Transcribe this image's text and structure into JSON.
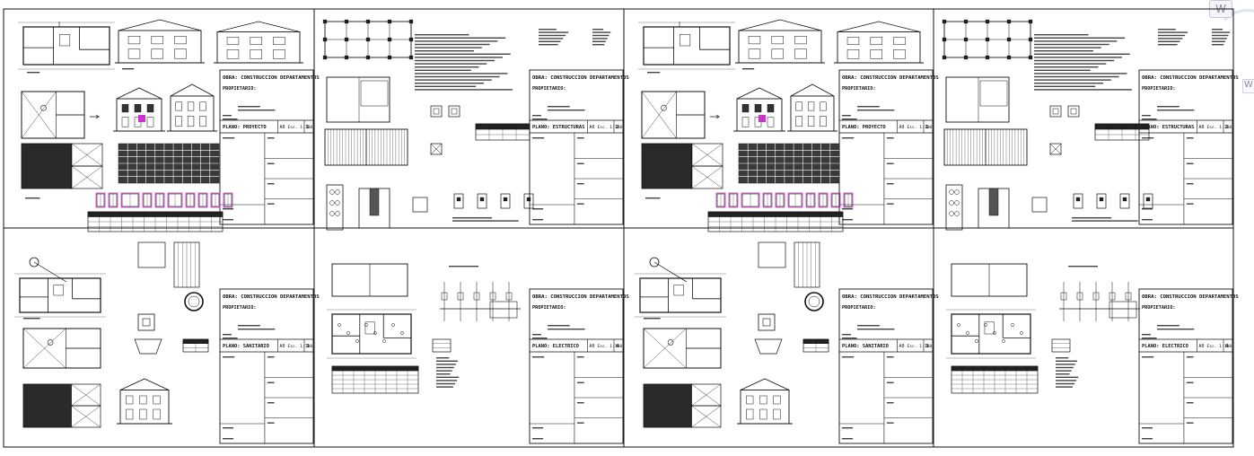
{
  "sheets": [
    {
      "id": "s1",
      "obra": "OBRA: CONSTRUCCION DEPARTAMENTOS",
      "propietario": "PROPIETARIO:",
      "plano": "PLANO: PROYECTO",
      "code": "A0",
      "esc": "Esc. 1:100",
      "num": "1"
    },
    {
      "id": "s2",
      "obra": "OBRA: CONSTRUCCION DEPARTAMENTOS",
      "propietario": "PROPIETARIO:",
      "plano": "PLANO: ESTRUCTURAS",
      "code": "A0",
      "esc": "Esc. 1:100",
      "num": "2"
    },
    {
      "id": "s3",
      "obra": "OBRA: CONSTRUCCION DEPARTAMENTOS",
      "propietario": "PROPIETARIO:",
      "plano": "PLANO: PROYECTO",
      "code": "A0",
      "esc": "Esc. 1:100",
      "num": "1"
    },
    {
      "id": "s4",
      "obra": "OBRA: CONSTRUCCION DEPARTAMENTOS",
      "propietario": "PROPIETARIO:",
      "plano": "PLANO: ESTRUCTURAS",
      "code": "A0",
      "esc": "Esc. 1:100",
      "num": "2"
    },
    {
      "id": "s5",
      "obra": "OBRA: CONSTRUCCION DEPARTAMENTOS",
      "propietario": "PROPIETARIO:",
      "plano": "PLANO: SANITARIO",
      "code": "A0",
      "esc": "Esc. 1:100",
      "num": "3"
    },
    {
      "id": "s6",
      "obra": "OBRA: CONSTRUCCION DEPARTAMENTOS",
      "propietario": "PROPIETARIO:",
      "plano": "PLANO: ELECTRICO",
      "code": "A0",
      "esc": "Esc. 1:100",
      "num": "4"
    },
    {
      "id": "s7",
      "obra": "OBRA: CONSTRUCCION DEPARTAMENTOS",
      "propietario": "PROPIETARIO:",
      "plano": "PLANO: SANITARIO",
      "code": "A0",
      "esc": "Esc. 1:100",
      "num": "3"
    },
    {
      "id": "s8",
      "obra": "OBRA: CONSTRUCCION DEPARTAMENTOS",
      "propietario": "PROPIETARIO:",
      "plano": "PLANO: ELECTRICO",
      "code": "A0",
      "esc": "Esc. 1:100",
      "num": "4"
    }
  ],
  "icons": {
    "side_top": "W",
    "side_mid": "W"
  },
  "colors": {
    "line": "#111111",
    "fill_dark": "#2a2a2a",
    "accent_magenta": "#cc33cc",
    "paper": "#ffffff"
  }
}
